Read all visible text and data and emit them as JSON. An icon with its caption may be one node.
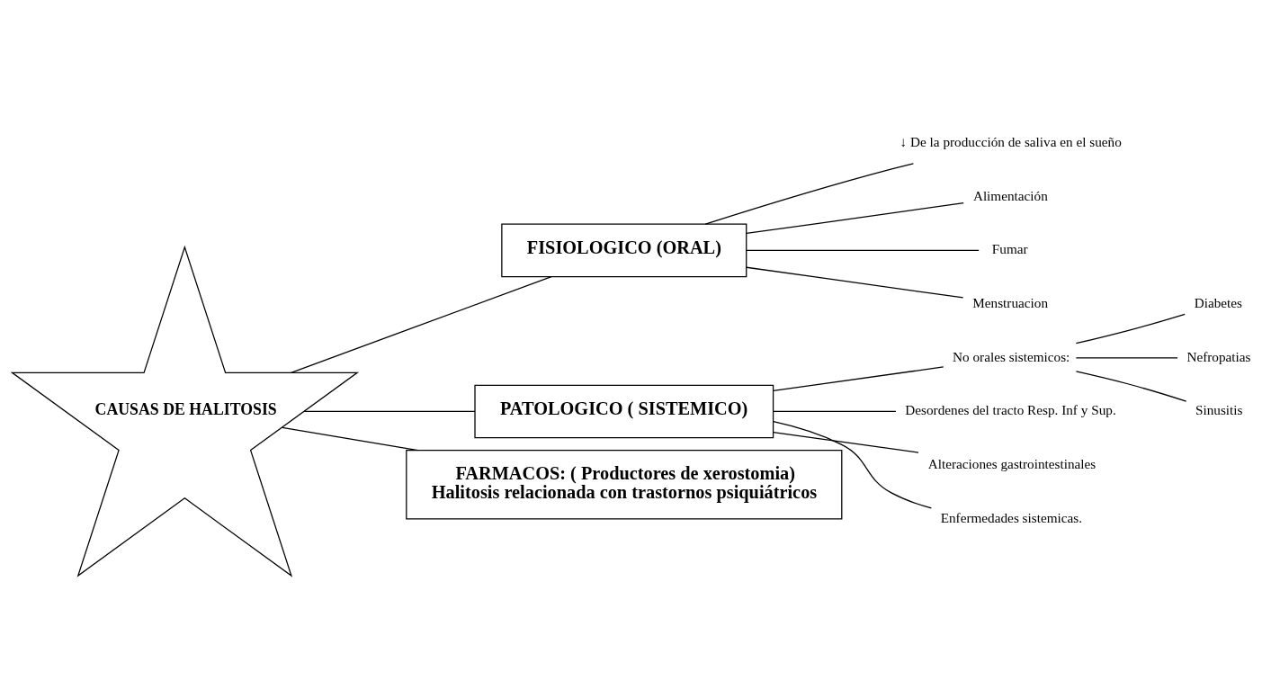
{
  "diagram": {
    "nodes": [
      {
        "text": [
          "CAUSAS DE HALITOSIS"
        ]
      },
      {
        "text": [
          "FISIOLOGICO (ORAL)"
        ]
      },
      {
        "text": [
          "PATOLOGICO ( SISTEMICO)"
        ]
      },
      {
        "text": [
          "FARMACOS: ( Productores de xerostomia)",
          "Halitosis relacionada con trastornos psiquiátricos"
        ]
      },
      {
        "text": [
          "↓ De la producción de saliva en el sueño"
        ]
      },
      {
        "text": [
          "Alimentación"
        ]
      },
      {
        "text": [
          "Fumar"
        ]
      },
      {
        "text": [
          "Menstruacion"
        ]
      },
      {
        "text": [
          "No orales sistemicos:"
        ]
      },
      {
        "text": [
          "Desordenes del tracto Resp. Inf y Sup."
        ]
      },
      {
        "text": [
          "Alteraciones gastrointestinales"
        ]
      },
      {
        "text": [
          "Enfermedades sistemicas."
        ]
      },
      {
        "text": [
          "Diabetes"
        ]
      },
      {
        "text": [
          "Nefropatias"
        ]
      },
      {
        "text": [
          "Sinusitis"
        ]
      }
    ],
    "edges": [
      {
        "from": 0,
        "to": 1,
        "arrow": "none"
      },
      {
        "from": 0,
        "to": 2,
        "arrow": "none"
      },
      {
        "from": 0,
        "to": 3,
        "arrow": "none"
      },
      {
        "from": 1,
        "to": 4,
        "arrow": "none"
      },
      {
        "from": 1,
        "to": 5,
        "arrow": "none"
      },
      {
        "from": 1,
        "to": 6,
        "arrow": "none"
      },
      {
        "from": 1,
        "to": 7,
        "arrow": "none"
      },
      {
        "from": 2,
        "to": 8,
        "arrow": "none"
      },
      {
        "from": 2,
        "to": 9,
        "arrow": "none"
      },
      {
        "from": 2,
        "to": 10,
        "arrow": "none"
      },
      {
        "from": 2,
        "to": 11,
        "arrow": "none"
      },
      {
        "from": 8,
        "to": 12,
        "arrow": "none"
      },
      {
        "from": 8,
        "to": 13,
        "arrow": "none"
      },
      {
        "from": 8,
        "to": 14,
        "arrow": "none"
      }
    ]
  }
}
